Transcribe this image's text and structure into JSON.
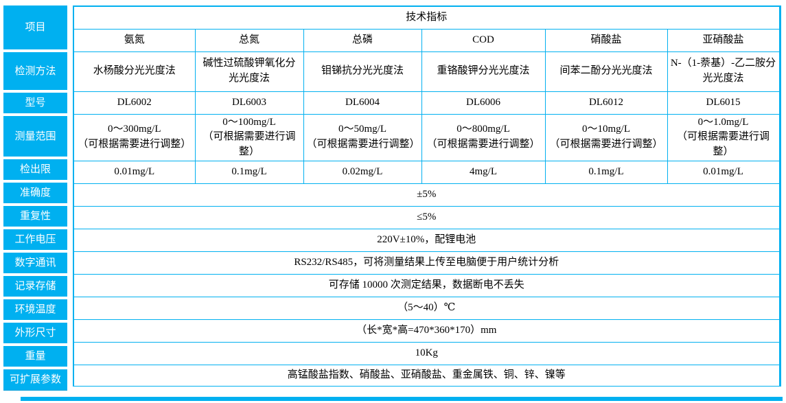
{
  "colors": {
    "accent": "#00b0f0",
    "text": "#000000",
    "label_text": "#ffffff"
  },
  "table": {
    "corner_label": "项目",
    "title": "技术指标",
    "columns": [
      "氨氮",
      "总氮",
      "总磷",
      "COD",
      "硝酸盐",
      "亚硝酸盐"
    ],
    "rows": {
      "method": {
        "label": "检测方法",
        "values": [
          "水杨酸分光光度法",
          "碱性过硫酸钾氧化分光光度法",
          "钼锑抗分光光度法",
          "重铬酸钾分光光度法",
          "间苯二酚分光光度法",
          "N-（1-萘基）-乙二胺分光光度法"
        ]
      },
      "model": {
        "label": "型号",
        "values": [
          "DL6002",
          "DL6003",
          "DL6004",
          "DL6006",
          "DL6012",
          "DL6015"
        ]
      },
      "range": {
        "label": "测量范围",
        "values": [
          "0～300mg/L",
          "0～100mg/L",
          "0～50mg/L",
          "0～800mg/L",
          "0～10mg/L",
          "0～1.0mg/L"
        ],
        "note": "（可根据需要进行调整）"
      },
      "limit": {
        "label": "检出限",
        "values": [
          "0.01mg/L",
          "0.1mg/L",
          "0.02mg/L",
          "4mg/L",
          "0.1mg/L",
          "0.01mg/L"
        ]
      },
      "accuracy": {
        "label": "准确度",
        "value": "±5%"
      },
      "repeatability": {
        "label": "重复性",
        "value": "≤5%"
      },
      "voltage": {
        "label": "工作电压",
        "value": "220V±10%，配锂电池"
      },
      "comms": {
        "label": "数字通讯",
        "value": "RS232/RS485，可将测量结果上传至电脑便于用户统计分析"
      },
      "storage": {
        "label": "记录存储",
        "value": "可存储 10000 次测定结果，数据断电不丢失"
      },
      "temperature": {
        "label": "环境温度",
        "value": "（5～40）℃"
      },
      "dimensions": {
        "label": "外形尺寸",
        "value": "（长*宽*高=470*360*170）mm"
      },
      "weight": {
        "label": "重量",
        "value": "10Kg"
      },
      "expandable": {
        "label": "可扩展参数",
        "value": "高锰酸盐指数、硝酸盐、亚硝酸盐、重金属铁、铜、锌、镍等"
      }
    }
  }
}
